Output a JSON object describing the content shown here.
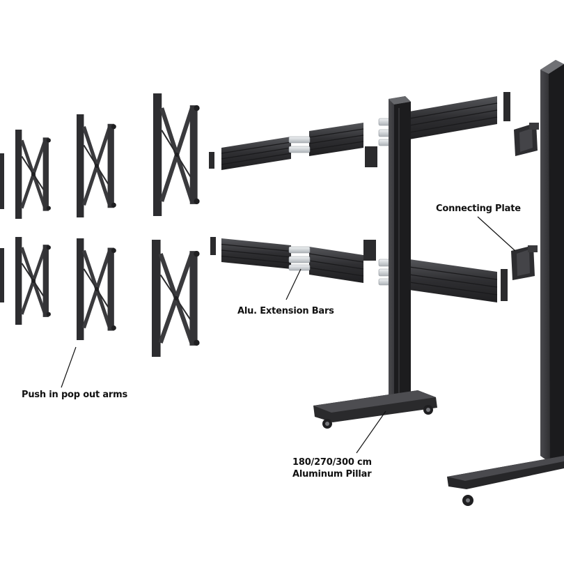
{
  "labels": {
    "push_arms": "Push in pop out arms",
    "extension_bars": "Alu. Extension Bars",
    "connecting_plate": "Connecting Plate",
    "pillar_line1": "180/270/300 cm",
    "pillar_line2": "Aluminum Pillar"
  },
  "colors": {
    "metal_dark": "#2b2b2d",
    "metal_mid": "#3d3d40",
    "metal_light": "#5a5a5e",
    "bracket_silver": "#d5d8dc",
    "leader_line": "#111111",
    "background": "#ffffff"
  }
}
